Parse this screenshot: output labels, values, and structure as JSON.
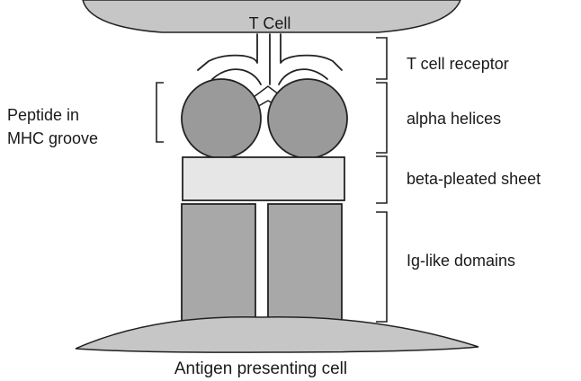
{
  "top_cell_label": "T Cell",
  "bottom_cell_label": "Antigen presenting cell",
  "left_label_line1": "Peptide in",
  "left_label_line2": "MHC groove",
  "right_labels": {
    "receptor": "T cell receptor",
    "helices": "alpha helices",
    "sheet": "beta-pleated sheet",
    "ig": "Ig-like domains"
  },
  "colors": {
    "cell_fill": "#c6c6c6",
    "helix_fill": "#9a9a9a",
    "sheet_fill": "#e6e6e6",
    "ig_fill": "#a8a8a8",
    "stroke": "#222222"
  }
}
